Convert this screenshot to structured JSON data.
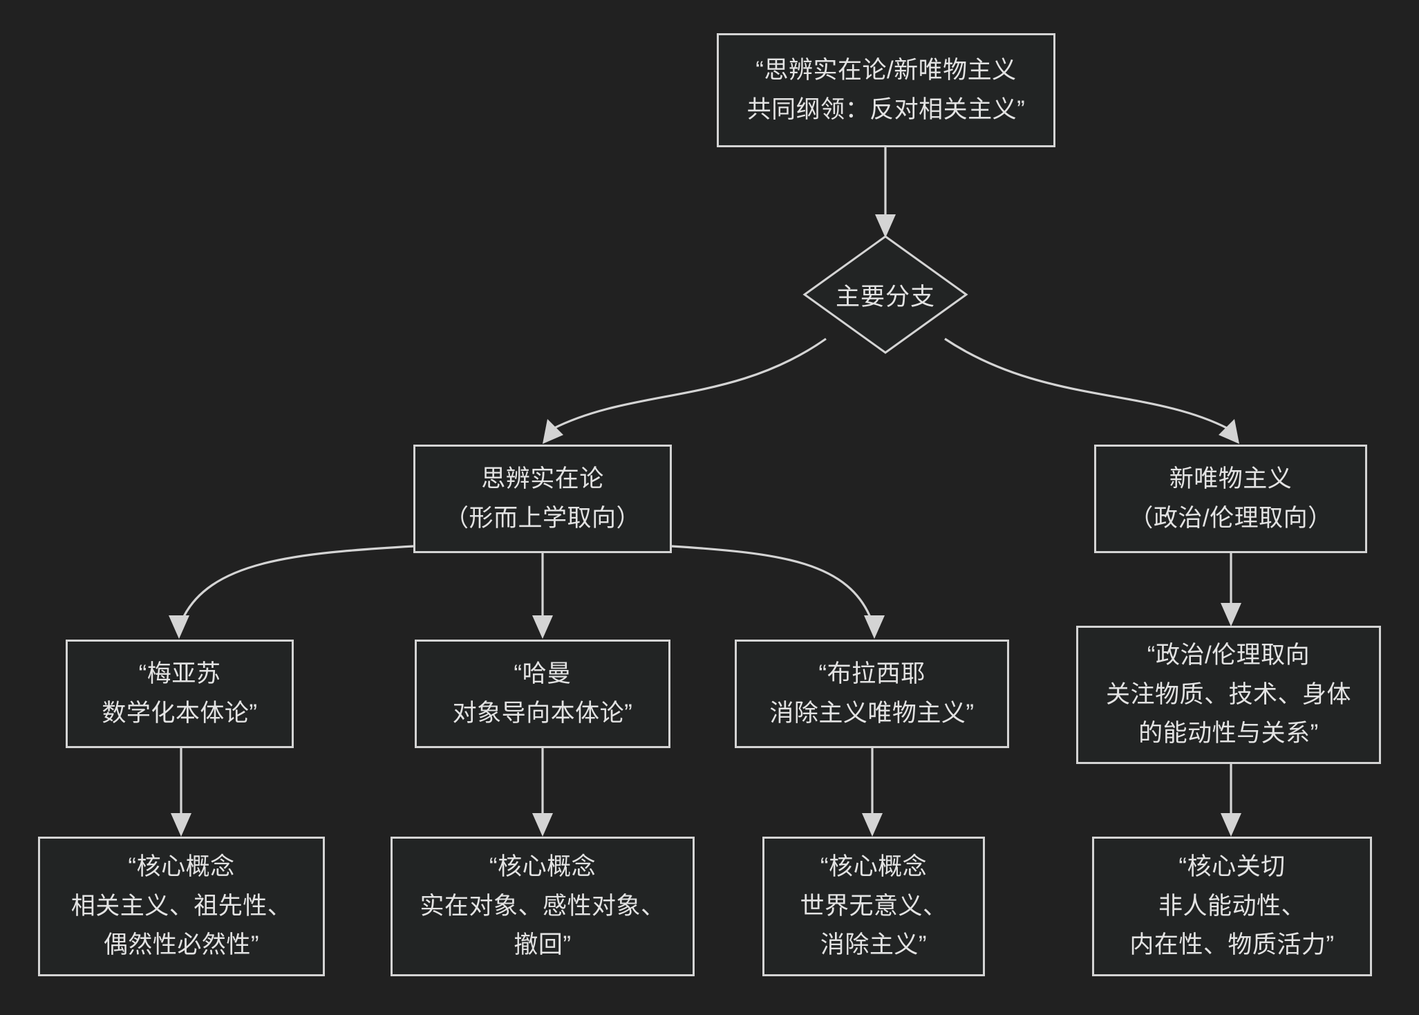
{
  "diagram": {
    "type": "flowchart",
    "title_node": {
      "id": "root",
      "label": "“思辨实在论/新唯物主义\n共同纲领：反对相关主义”"
    },
    "decision_node": {
      "id": "branch",
      "label": "主要分支",
      "shape": "diamond"
    },
    "branches": [
      {
        "id": "sr",
        "label": "思辨实在论\n（形而上学取向）"
      },
      {
        "id": "nm",
        "label": "新唯物主义\n（政治/伦理取向）"
      }
    ],
    "thinkers": [
      {
        "id": "meillassoux",
        "label": "“梅亚苏\n数学化本体论”"
      },
      {
        "id": "harman",
        "label": "“哈曼\n对象导向本体论”"
      },
      {
        "id": "brassier",
        "label": "“布拉西耶\n消除主义唯物主义”"
      },
      {
        "id": "nm-orientation",
        "label": "“政治/伦理取向\n关注物质、技术、身体\n的能动性与关系”"
      }
    ],
    "concepts": [
      {
        "id": "meillassoux-concepts",
        "label": "“核心概念\n相关主义、祖先性、\n偶然性必然性”"
      },
      {
        "id": "harman-concepts",
        "label": "“核心概念\n实在对象、感性对象、\n撤回”"
      },
      {
        "id": "brassier-concepts",
        "label": "“核心概念\n世界无意义、\n消除主义”"
      },
      {
        "id": "nm-concerns",
        "label": "“核心关切\n非人能动性、\n内在性、物质活力”"
      }
    ],
    "colors": {
      "background": "#212121",
      "node_fill": "#222424",
      "stroke": "#d4d4d4",
      "text": "#e3e3e3"
    }
  }
}
